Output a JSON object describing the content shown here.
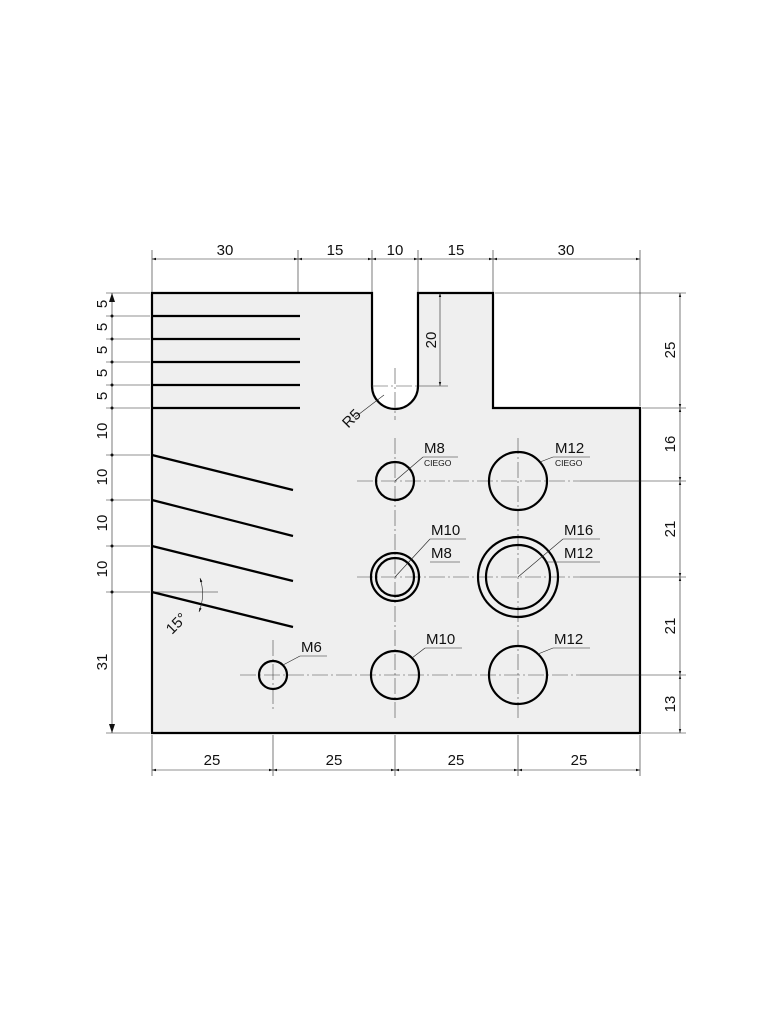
{
  "dimensions": {
    "top": [
      "30",
      "15",
      "10",
      "15",
      "30"
    ],
    "bottom": [
      "25",
      "25",
      "25",
      "25"
    ],
    "left": [
      "5",
      "5",
      "5",
      "5",
      "5",
      "10",
      "10",
      "10",
      "10",
      "31"
    ],
    "right": [
      "25",
      "16",
      "21",
      "21",
      "13"
    ],
    "slot_depth": "20",
    "slot_radius": "R5",
    "angle": "15°"
  },
  "holes": {
    "m8_blind": {
      "label": "M8",
      "sub": "CIEGO"
    },
    "m12_blind": {
      "label": "M12",
      "sub": "CIEGO"
    },
    "m10_m8_outer": {
      "label": "M10"
    },
    "m10_m8_inner": {
      "label": "M8"
    },
    "m16_m12_outer": {
      "label": "M16"
    },
    "m16_m12_inner": {
      "label": "M12"
    },
    "m6": {
      "label": "M6"
    },
    "m10": {
      "label": "M10"
    },
    "m12": {
      "label": "M12"
    }
  },
  "colors": {
    "part_fill": "#efefef",
    "line": "#000000"
  }
}
